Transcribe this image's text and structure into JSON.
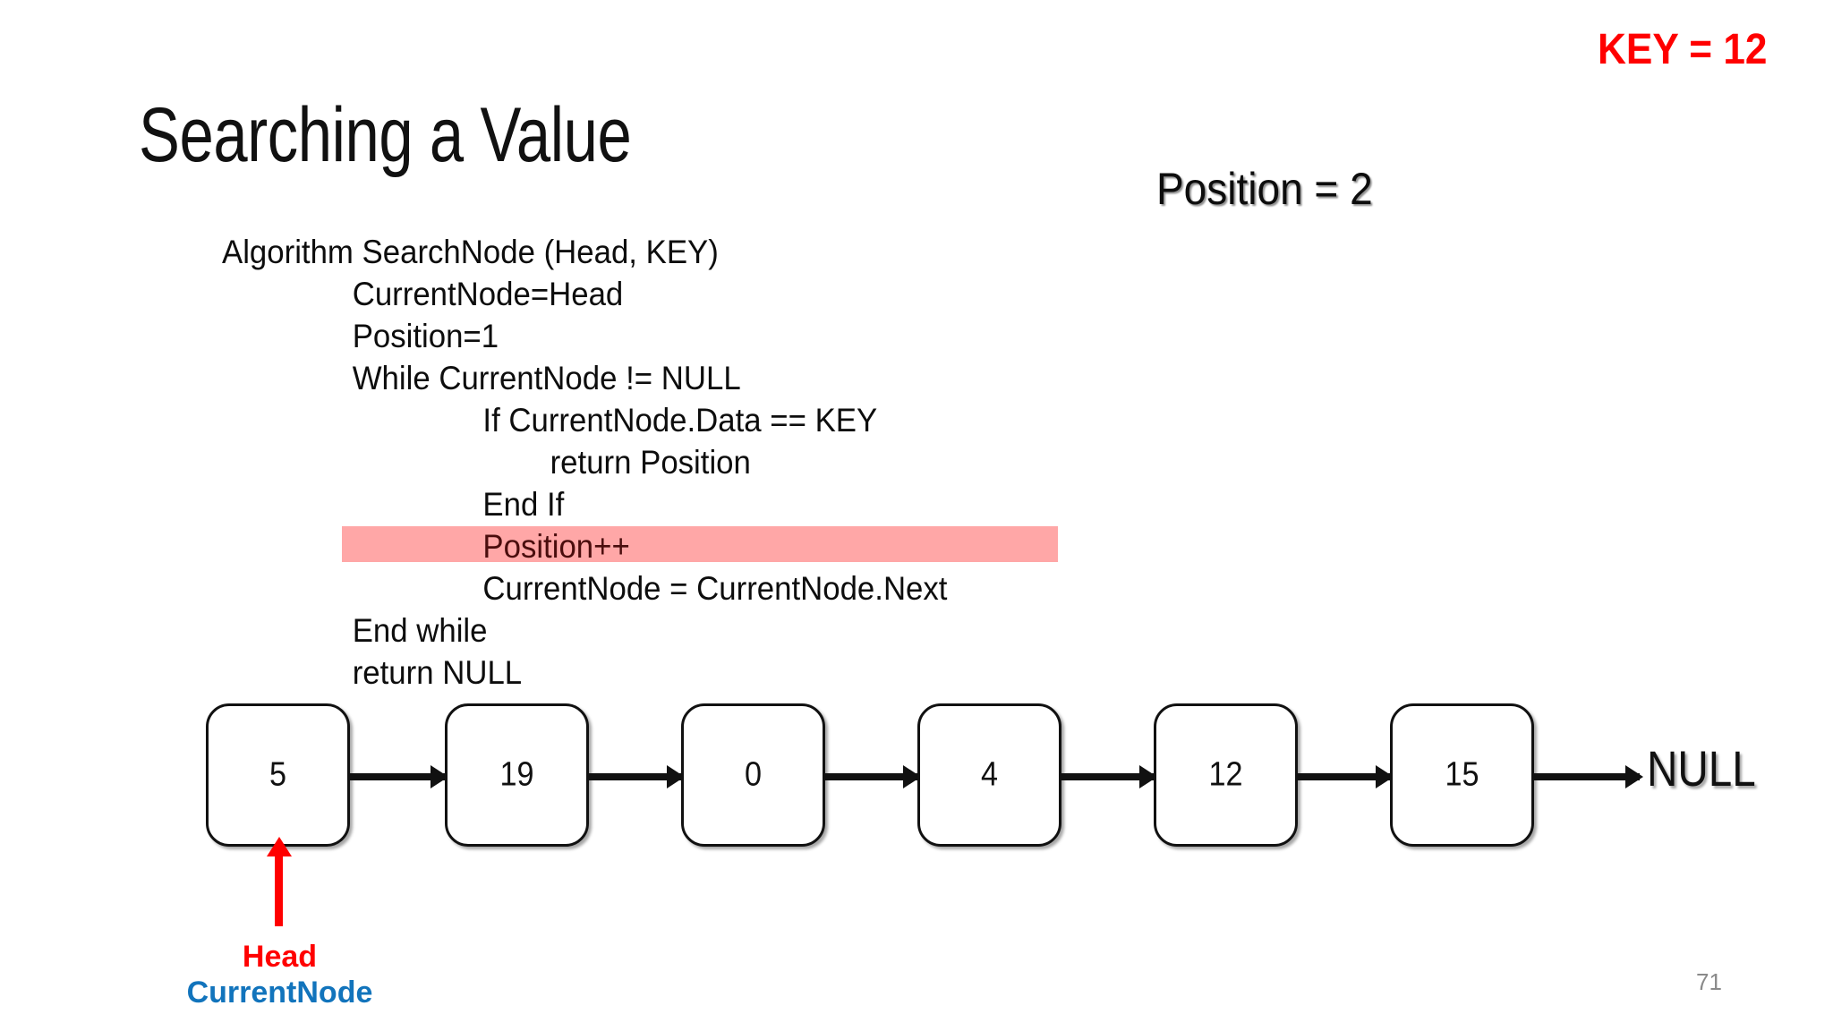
{
  "slide": {
    "title": "Searching a Value",
    "page_number": "71",
    "background_color": "#FFFFFF"
  },
  "annotations": {
    "key_label": "KEY = 12",
    "key_color": "#FF0000",
    "position_label": "Position = 2",
    "position_color": "#0D0D0D"
  },
  "algorithm": {
    "highlight_color": "#FFA7A7",
    "highlight_text_color": "#4A0D0D",
    "lines": [
      {
        "text": "Algorithm SearchNode (Head, KEY)",
        "indent": 0,
        "highlighted": false
      },
      {
        "text": "CurrentNode=Head",
        "indent": 1,
        "highlighted": false
      },
      {
        "text": "Position=1",
        "indent": 1,
        "highlighted": false
      },
      {
        "text": "While CurrentNode != NULL",
        "indent": 1,
        "highlighted": false
      },
      {
        "text": "If CurrentNode.Data == KEY",
        "indent": 2,
        "highlighted": false
      },
      {
        "text": "return Position",
        "indent": 3,
        "highlighted": false
      },
      {
        "text": "End If",
        "indent": 2,
        "highlighted": false
      },
      {
        "text": "Position++",
        "indent": 2,
        "highlighted": true
      },
      {
        "text": "CurrentNode = CurrentNode.Next",
        "indent": 2,
        "highlighted": false
      },
      {
        "text": "End while",
        "indent": 1,
        "highlighted": false
      },
      {
        "text": "return NULL",
        "indent": 1,
        "highlighted": false
      }
    ]
  },
  "linked_list": {
    "nodes": [
      {
        "value": "5"
      },
      {
        "value": "19"
      },
      {
        "value": "0"
      },
      {
        "value": "4"
      },
      {
        "value": "12"
      },
      {
        "value": "15"
      }
    ],
    "terminator": "NULL",
    "node_border_color": "#111111"
  },
  "pointers": {
    "head": {
      "label": "Head",
      "color": "#FF0000",
      "target_node_index": 0
    },
    "current_node": {
      "label": "CurrentNode",
      "color": "#1274BC",
      "target_node_index": 0
    }
  }
}
